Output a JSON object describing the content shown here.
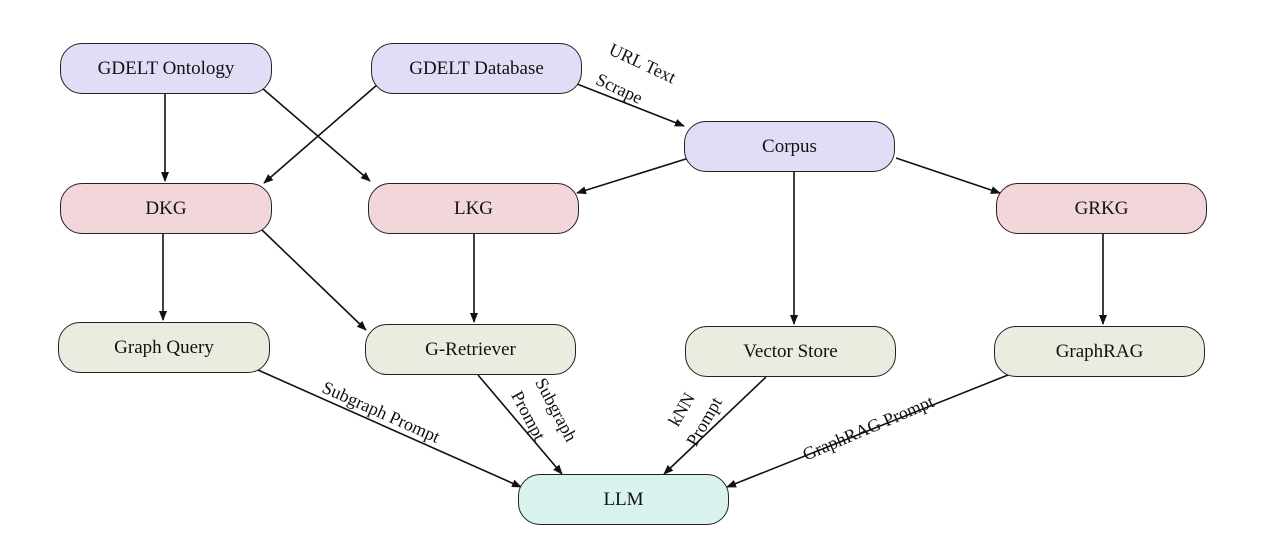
{
  "nodes": {
    "gdelt_ontology": "GDELT Ontology",
    "gdelt_database": "GDELT Database",
    "corpus": "Corpus",
    "dkg": "DKG",
    "lkg": "LKG",
    "grkg": "GRKG",
    "graph_query": "Graph Query",
    "g_retriever": "G-Retriever",
    "vector_store": "Vector Store",
    "graphrag": "GraphRAG",
    "llm": "LLM"
  },
  "edge_labels": {
    "url_text_line1": "URL Text",
    "url_text_line2": "Scrape",
    "subgraph_prompt": "Subgraph Prompt",
    "subgraph_line1": "Subgraph",
    "subgraph_line2": "Prompt",
    "knn_line1": "kNN",
    "knn_line2": "Prompt",
    "graphrag_prompt": "GraphRAG Prompt"
  },
  "edges": [
    {
      "from": "gdelt_ontology",
      "to": "dkg"
    },
    {
      "from": "gdelt_ontology",
      "to": "lkg"
    },
    {
      "from": "gdelt_database",
      "to": "dkg"
    },
    {
      "from": "gdelt_database",
      "to": "corpus",
      "label": "URL Text Scrape"
    },
    {
      "from": "corpus",
      "to": "lkg"
    },
    {
      "from": "corpus",
      "to": "vector_store"
    },
    {
      "from": "corpus",
      "to": "grkg"
    },
    {
      "from": "dkg",
      "to": "graph_query"
    },
    {
      "from": "dkg",
      "to": "g_retriever"
    },
    {
      "from": "lkg",
      "to": "g_retriever"
    },
    {
      "from": "grkg",
      "to": "graphrag"
    },
    {
      "from": "graph_query",
      "to": "llm",
      "label": "Subgraph Prompt"
    },
    {
      "from": "g_retriever",
      "to": "llm",
      "label": "Subgraph Prompt"
    },
    {
      "from": "vector_store",
      "to": "llm",
      "label": "kNN Prompt"
    },
    {
      "from": "graphrag",
      "to": "llm",
      "label": "GraphRAG Prompt"
    }
  ],
  "colors": {
    "source": "#e0def6",
    "graph": "#f2d6d9",
    "method": "#ebebdf",
    "model": "#d9f2ee",
    "stroke": "#111111"
  }
}
